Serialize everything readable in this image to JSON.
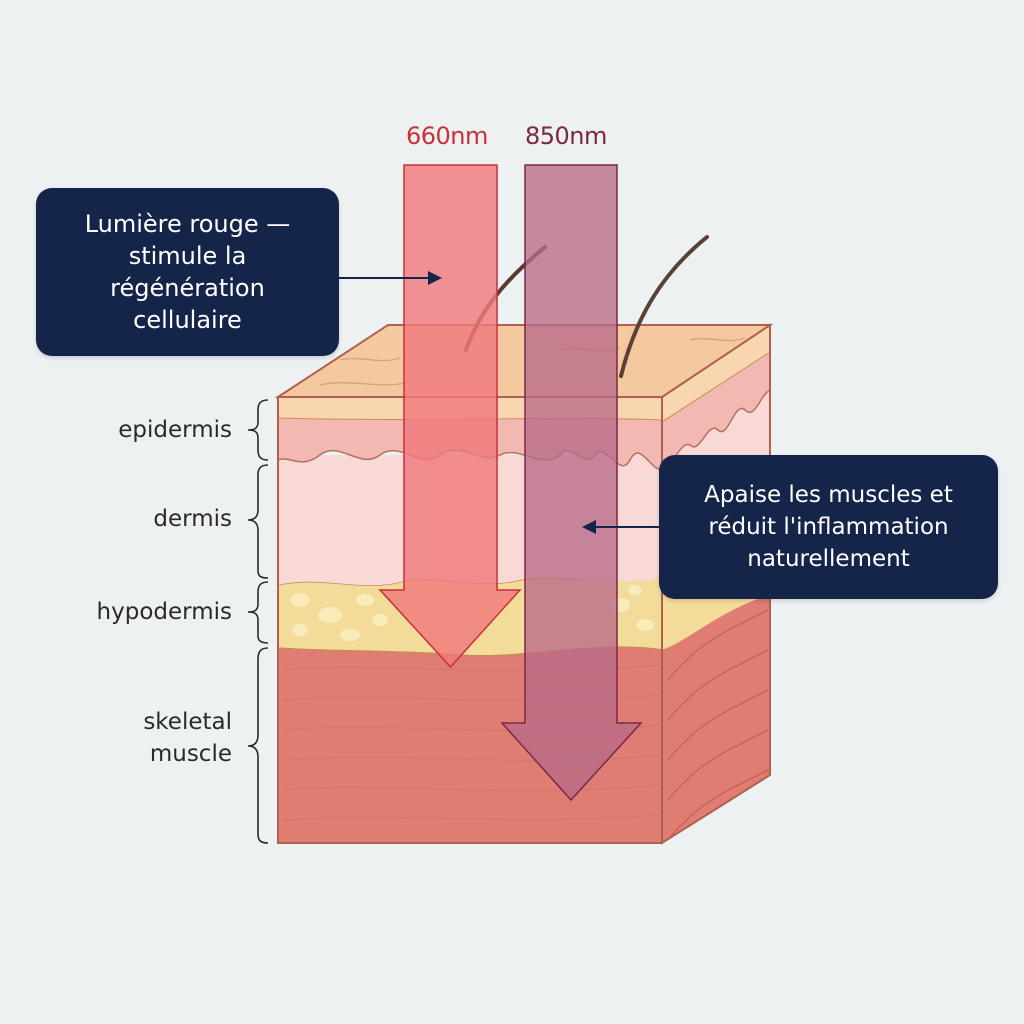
{
  "wavelengths": [
    {
      "label": "660nm",
      "color": "#c8303a",
      "fill": "#f07a7c",
      "name": "red"
    },
    {
      "label": "850nm",
      "color": "#7a2848",
      "fill": "#b86a88",
      "name": "near-infrared"
    }
  ],
  "callouts": {
    "red": {
      "lines": [
        "Lumière rouge —",
        "stimule la",
        "régénération",
        "cellulaire"
      ]
    },
    "nir": {
      "lines": [
        "Apaise les muscles et",
        "réduit l'inflammation",
        "naturellement"
      ]
    }
  },
  "layers": [
    {
      "label_lines": [
        "epidermis"
      ]
    },
    {
      "label_lines": [
        "dermis"
      ]
    },
    {
      "label_lines": [
        "hypodermis"
      ]
    },
    {
      "label_lines": [
        "skeletal",
        "muscle"
      ]
    }
  ],
  "colors": {
    "background": "#eef1f2",
    "callout_bg": "#15254a",
    "skin_top": "#f5c9a0",
    "epidermis": "#f2b9b3",
    "dermis": "#f8d9d6",
    "hypodermis": "#f3dc9a",
    "muscle": "#df7d72",
    "outline": "#b06050"
  }
}
